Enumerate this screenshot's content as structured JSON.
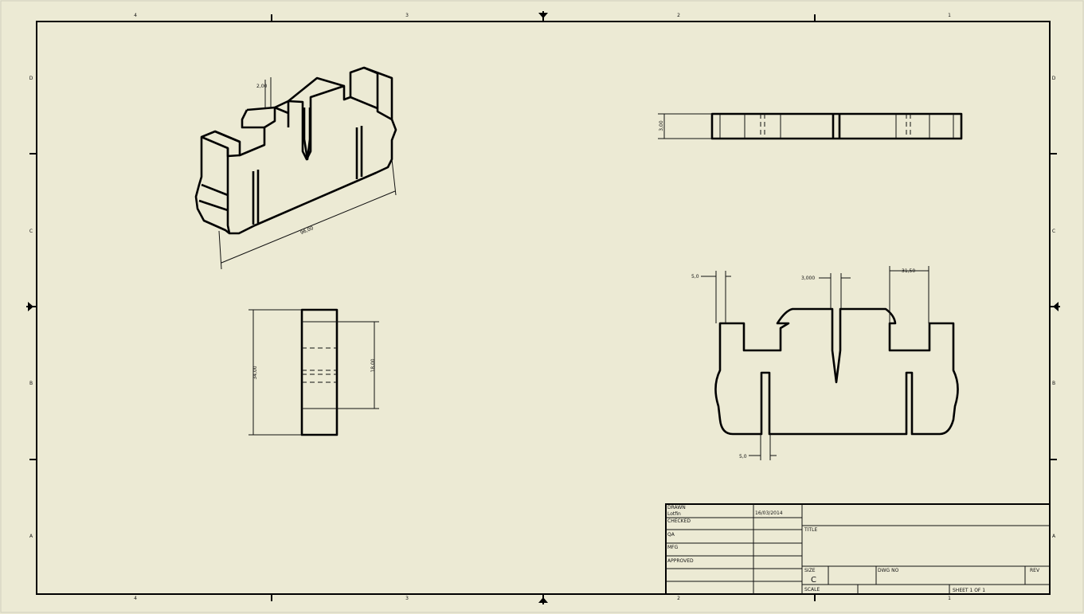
{
  "border": {
    "top_zones": [
      "4",
      "3",
      "2",
      "1"
    ],
    "bottom_zones": [
      "4",
      "3",
      "2",
      "1"
    ],
    "left_zones": [
      "D",
      "C",
      "B",
      "A"
    ],
    "right_zones": [
      "D",
      "C",
      "B",
      "A"
    ]
  },
  "dimensions": {
    "iso_length": "96,00",
    "iso_slot": "2,00",
    "top_thickness": "3,00",
    "side_height": "34,00",
    "side_inner": "18,00",
    "front_left_wall": "5,0",
    "front_slot": "3,000",
    "front_right_notch": "31,50",
    "front_bottom_slot": "5,0"
  },
  "title_block": {
    "drawn_label": "DRAWN",
    "drawn_by": "Lotfin",
    "drawn_date": "16/03/2014",
    "checked_label": "CHECKED",
    "qa_label": "QA",
    "mfg_label": "MFG",
    "approved_label": "APPROVED",
    "title_label": "TITLE",
    "size_label": "SIZE",
    "size_value": "C",
    "dwg_no_label": "DWG NO",
    "rev_label": "REV",
    "scale_label": "SCALE",
    "sheet_text": "SHEET 1  OF 1"
  }
}
